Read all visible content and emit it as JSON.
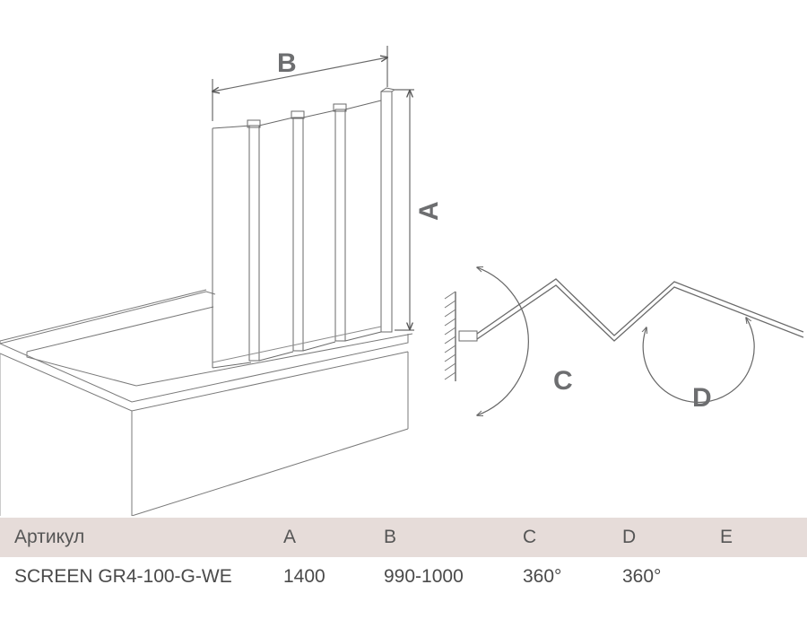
{
  "diagram": {
    "labels": {
      "a": "A",
      "b": "B",
      "c": "C",
      "d": "D"
    }
  },
  "table": {
    "headers": [
      "Артикул",
      "A",
      "B",
      "C",
      "D",
      "E"
    ],
    "rows": [
      [
        "SCREEN GR4-100-G-WE",
        "1400",
        "990-1000",
        "360°",
        "360°",
        ""
      ]
    ]
  },
  "colors": {
    "line": "#555555",
    "header_bg": "#e6dcd9",
    "label": "#6d6e70"
  }
}
